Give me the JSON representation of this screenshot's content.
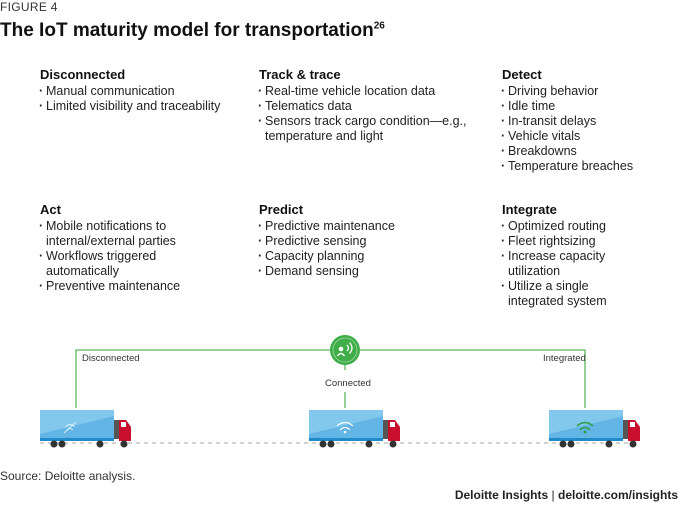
{
  "figure_label": "FIGURE 4",
  "title": "The IoT maturity model for transportation",
  "title_footnote": "26",
  "stages": [
    {
      "heading": "Disconnected",
      "items": [
        "Manual communication",
        "Limited visibility and traceability"
      ]
    },
    {
      "heading": "Track & trace",
      "items": [
        "Real-time vehicle location data",
        "Telematics data",
        "Sensors track cargo condition—e.g., temperature and light"
      ]
    },
    {
      "heading": "Detect",
      "items": [
        "Driving behavior",
        "Idle time",
        "In-transit delays",
        "Vehicle vitals",
        "Breakdowns",
        "Temperature breaches"
      ]
    },
    {
      "heading": "Act",
      "items": [
        "Mobile notifications to internal/external parties",
        "Workflows triggered automatically",
        "Preventive maintenance"
      ]
    },
    {
      "heading": "Predict",
      "items": [
        "Predictive maintenance",
        "Predictive sensing",
        "Capacity planning",
        "Demand sensing"
      ]
    },
    {
      "heading": "Integrate",
      "items": [
        "Optimized routing",
        "Fleet rightsizing",
        "Increase capacity utilization",
        "Utilize a single integrated system"
      ]
    }
  ],
  "diagram": {
    "label_left": "Disconnected",
    "label_center": "Connected",
    "label_right": "Integrated",
    "hub_icon": "iot-network-icon",
    "truck_icon": "truck-icon",
    "colors": {
      "line": "#5cb85c",
      "hub": "#3fae49",
      "trailer": "#62b5e5",
      "trailer_dark": "#1f8bc8",
      "cab": "#c8102e",
      "road": "#bdbdbd",
      "signal": "#2e9e46"
    }
  },
  "source": "Source: Deloitte analysis.",
  "credit_brand": "Deloitte Insights",
  "credit_sep": " | ",
  "credit_url": "deloitte.com/insights"
}
